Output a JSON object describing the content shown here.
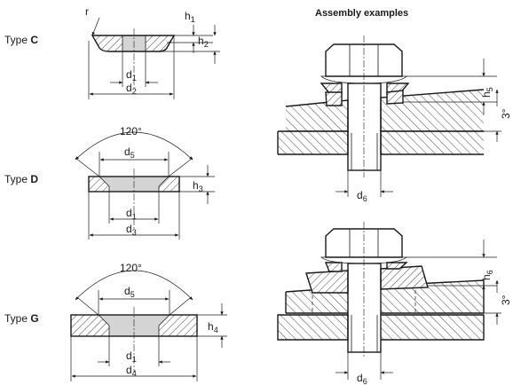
{
  "header": {
    "title": "Assembly examples"
  },
  "types": {
    "c": {
      "prefix": "Type ",
      "letter": "C"
    },
    "d": {
      "prefix": "Type ",
      "letter": "D"
    },
    "g": {
      "prefix": "Type ",
      "letter": "G"
    }
  },
  "dims": {
    "r": "r",
    "h1": {
      "base": "h",
      "sub": "1"
    },
    "h2": {
      "base": "h",
      "sub": "2"
    },
    "h3": {
      "base": "h",
      "sub": "3"
    },
    "h4": {
      "base": "h",
      "sub": "4"
    },
    "h5": {
      "base": "h",
      "sub": "5"
    },
    "h6": {
      "base": "h",
      "sub": "6"
    },
    "d1": {
      "base": "d",
      "sub": "1"
    },
    "d2": {
      "base": "d",
      "sub": "2"
    },
    "d3": {
      "base": "d",
      "sub": "3"
    },
    "d4": {
      "base": "d",
      "sub": "4"
    },
    "d5": {
      "base": "d",
      "sub": "5"
    },
    "d6": {
      "base": "d",
      "sub": "6"
    },
    "angle": "120°",
    "tilt": "3°"
  }
}
